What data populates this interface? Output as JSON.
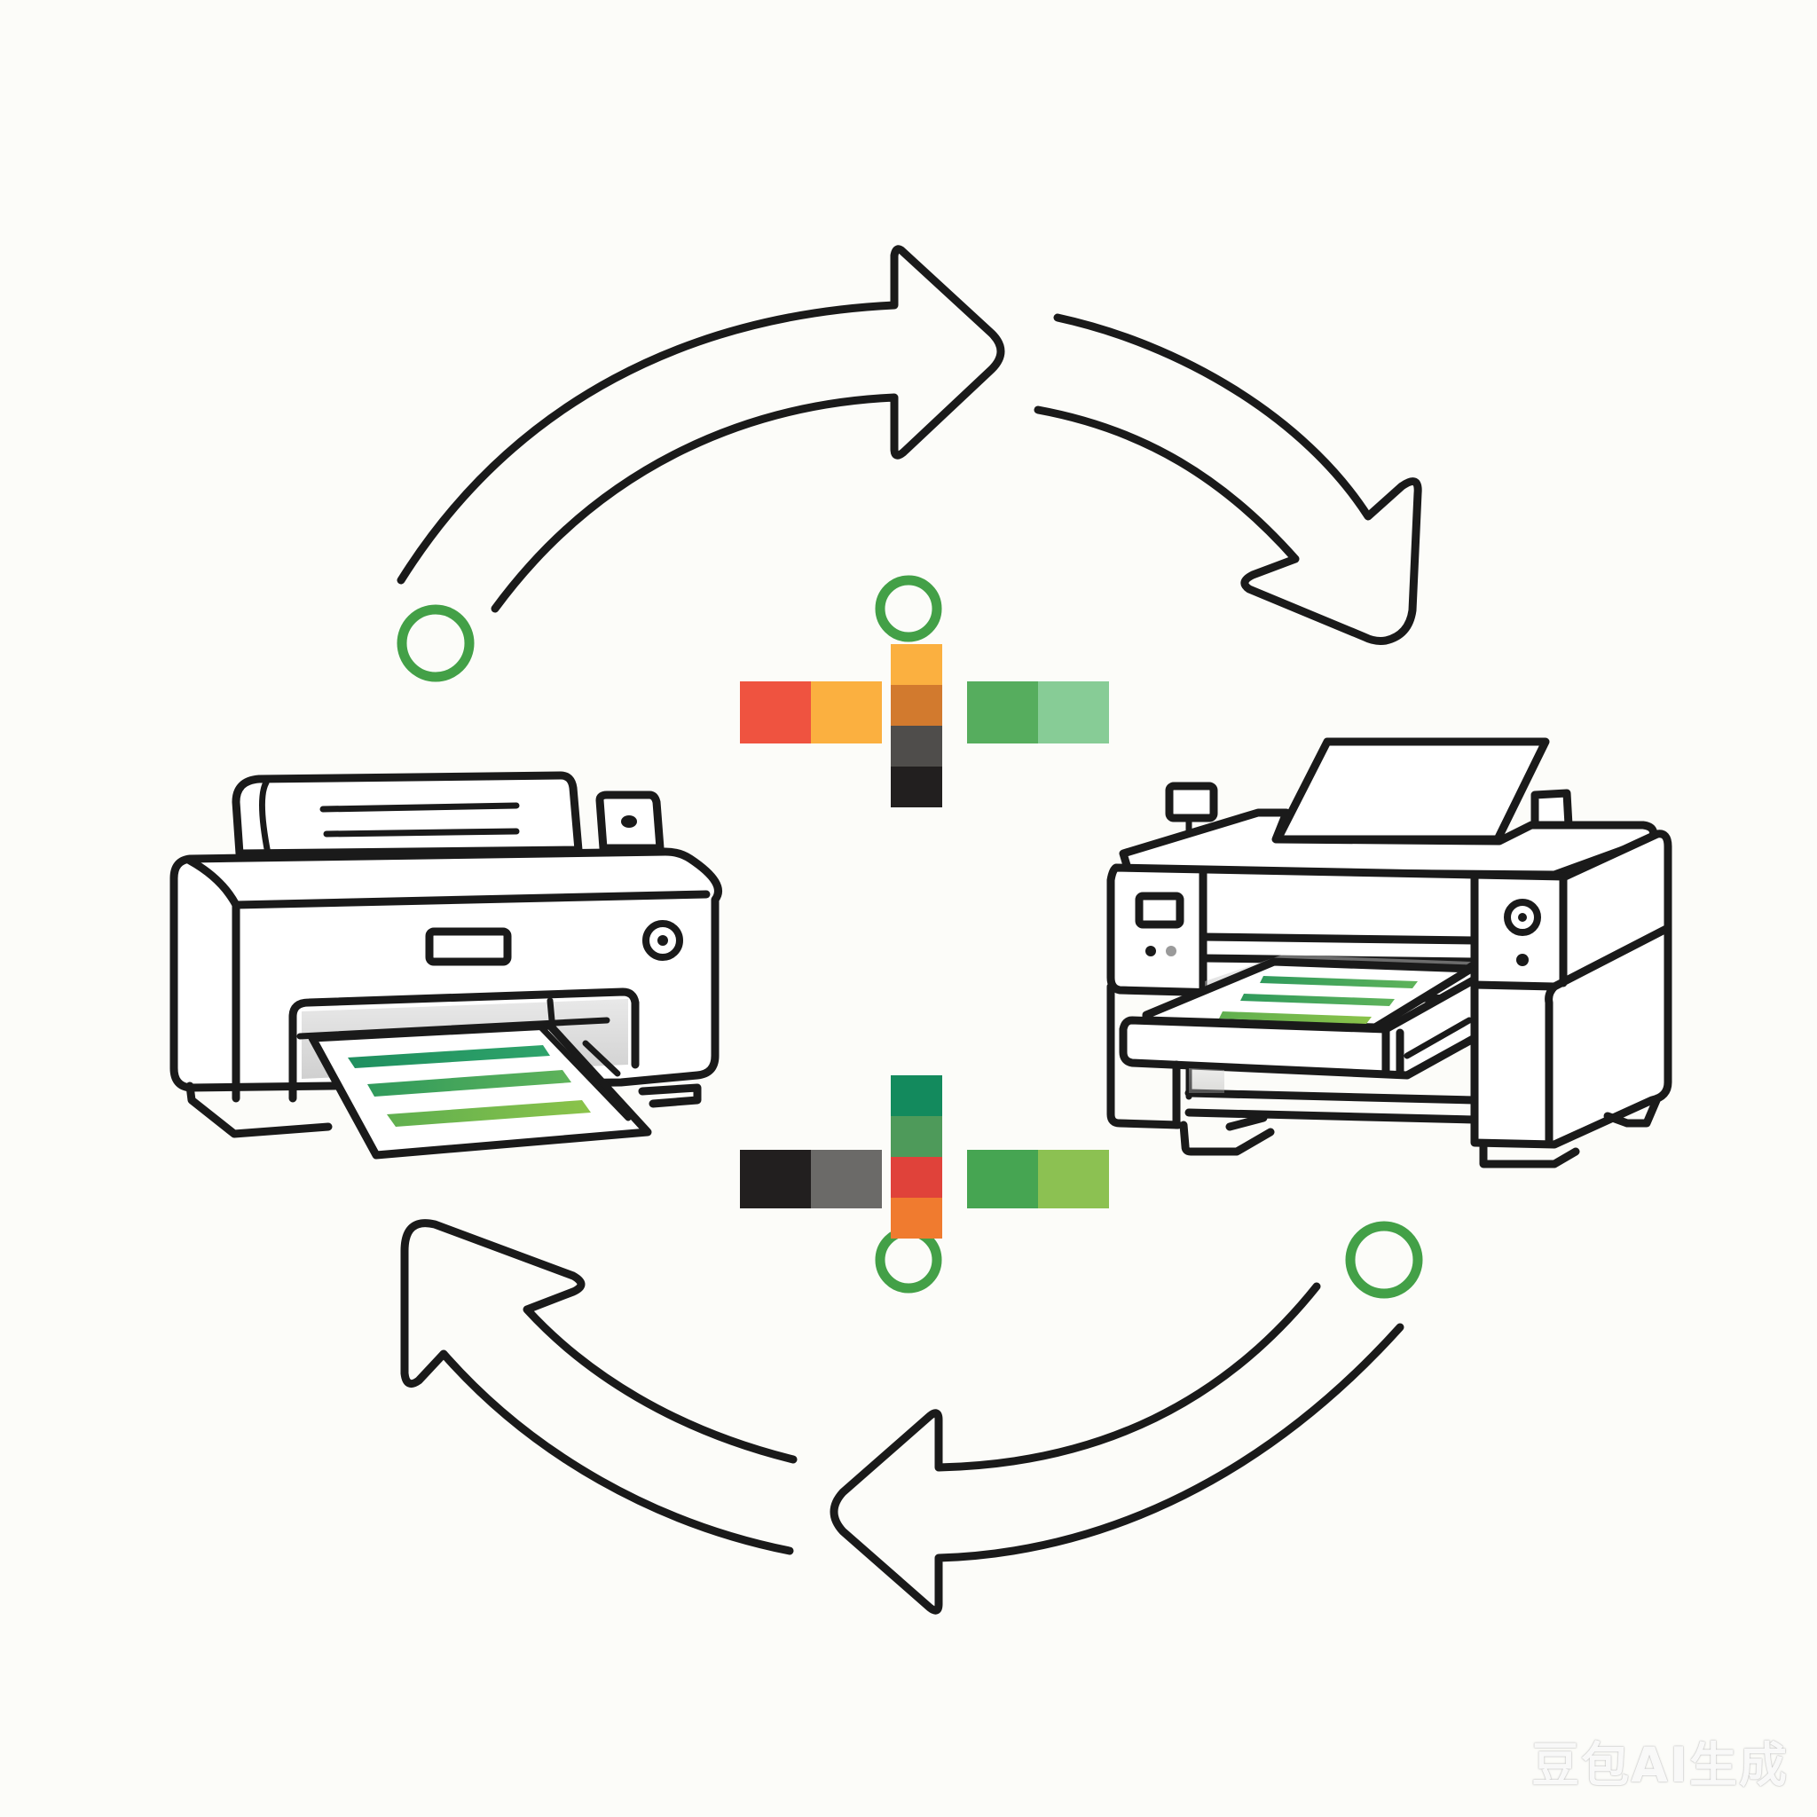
{
  "diagram": {
    "nodes": [
      {
        "id": "left-printer",
        "type": "desktop-inkjet-printer",
        "icon": "printer-icon"
      },
      {
        "id": "right-printer",
        "type": "wide-format-printer",
        "icon": "large-format-printer-icon"
      }
    ],
    "cycle_arrows": [
      {
        "id": "top-arrow",
        "direction": "left-to-right"
      },
      {
        "id": "right-arrow",
        "direction": "top-to-bottom"
      },
      {
        "id": "bottom-arrow",
        "direction": "right-to-left"
      },
      {
        "id": "left-arrow",
        "direction": "bottom-to-top"
      }
    ],
    "connector_markers": [
      "top-left",
      "top-center",
      "bottom-center",
      "bottom-right"
    ]
  },
  "swatches": {
    "top_left": [
      "#ef5340",
      "#fbb040"
    ],
    "top_column": [
      "#fbb040",
      "#d27a2e",
      "#4f4d4b",
      "#221f1f"
    ],
    "top_right": [
      "#56ad5e",
      "#87cc96"
    ],
    "bottom_left": [
      "#221f1f",
      "#6b6a68"
    ],
    "bottom_column": [
      "#138a5d",
      "#4e9a5a",
      "#e0423a",
      "#f07b2f"
    ],
    "bottom_right": [
      "#46a552",
      "#8cc152"
    ]
  },
  "colors": {
    "ink": "#1a1a1a",
    "marker_green": "#43a047",
    "background": "#fcfcf9",
    "paper_line_dark": "#1f8f5f",
    "paper_line_mid": "#4aa85a",
    "paper_line_light": "#8bc34a"
  },
  "watermark": {
    "text": "豆包AI生成"
  }
}
